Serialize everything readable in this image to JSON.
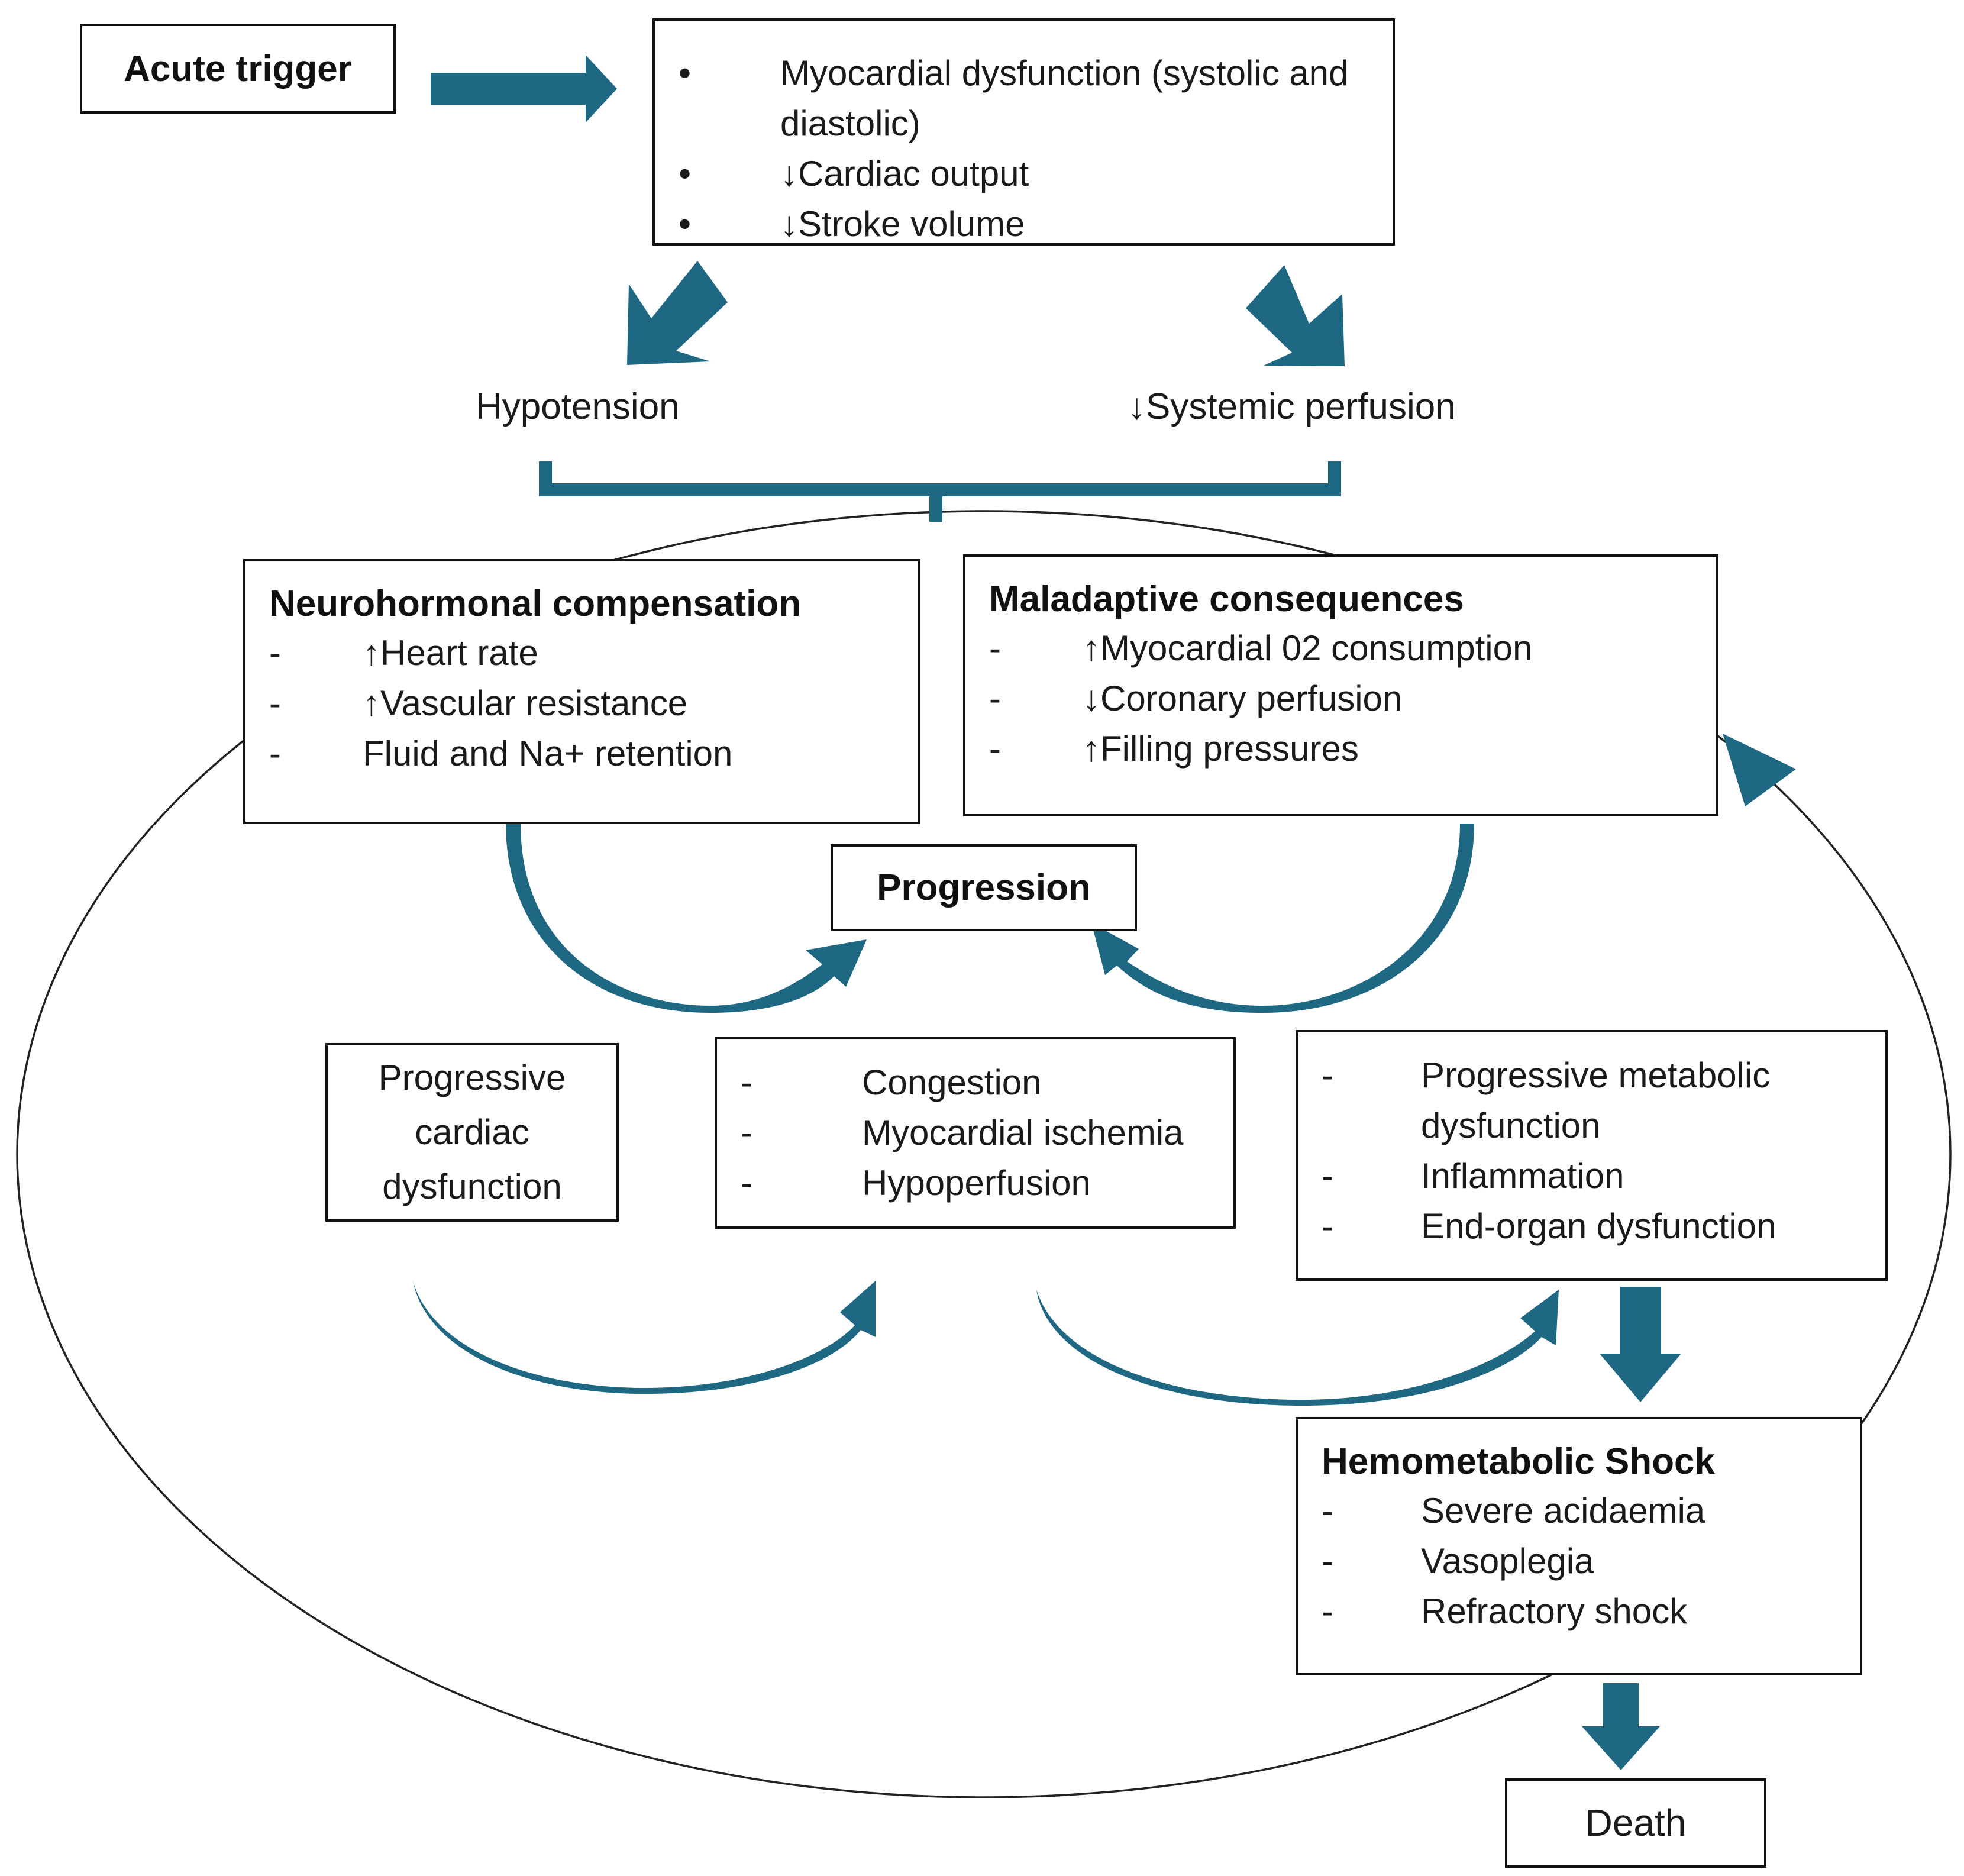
{
  "colors": {
    "arrow": "#1f6883",
    "border": "#111111",
    "text": "#1a1a1a",
    "background": "#ffffff"
  },
  "trigger": {
    "title": "Acute trigger"
  },
  "initial_effects": {
    "items": [
      "Myocardial dysfunction (systolic and diastolic)",
      "↓Cardiac output",
      "↓Stroke volume"
    ],
    "markers": [
      "•",
      "•",
      "•"
    ]
  },
  "hypotension": "Hypotension",
  "perfusion": "↓Systemic perfusion",
  "neurohormonal": {
    "title": "Neurohormonal compensation",
    "items": [
      "↑Heart rate",
      "↑Vascular resistance",
      "Fluid and Na+ retention"
    ],
    "markers": [
      "-",
      "-",
      "-"
    ]
  },
  "maladaptive": {
    "title": "Maladaptive consequences",
    "items": [
      "↑Myocardial 02 consumption",
      "↓Coronary perfusion",
      "↑Filling pressures"
    ],
    "markers": [
      "-",
      "-",
      "-"
    ]
  },
  "progression": {
    "title": "Progression"
  },
  "cardiac_dysfunction": "Progressive cardiac dysfunction",
  "congestion": {
    "items": [
      "Congestion",
      "Myocardial ischemia",
      "Hypoperfusion"
    ],
    "markers": [
      "-",
      "-",
      "-"
    ]
  },
  "metabolic": {
    "items": [
      "Progressive metabolic dysfunction",
      "Inflammation",
      "End-organ dysfunction"
    ],
    "markers": [
      "-",
      "-",
      "-"
    ]
  },
  "shock": {
    "title": "Hemometabolic Shock",
    "items": [
      "Severe acidaemia",
      "Vasoplegia",
      "Refractory shock"
    ],
    "markers": [
      "-",
      "-",
      "-"
    ]
  },
  "death": {
    "title": "Death"
  }
}
